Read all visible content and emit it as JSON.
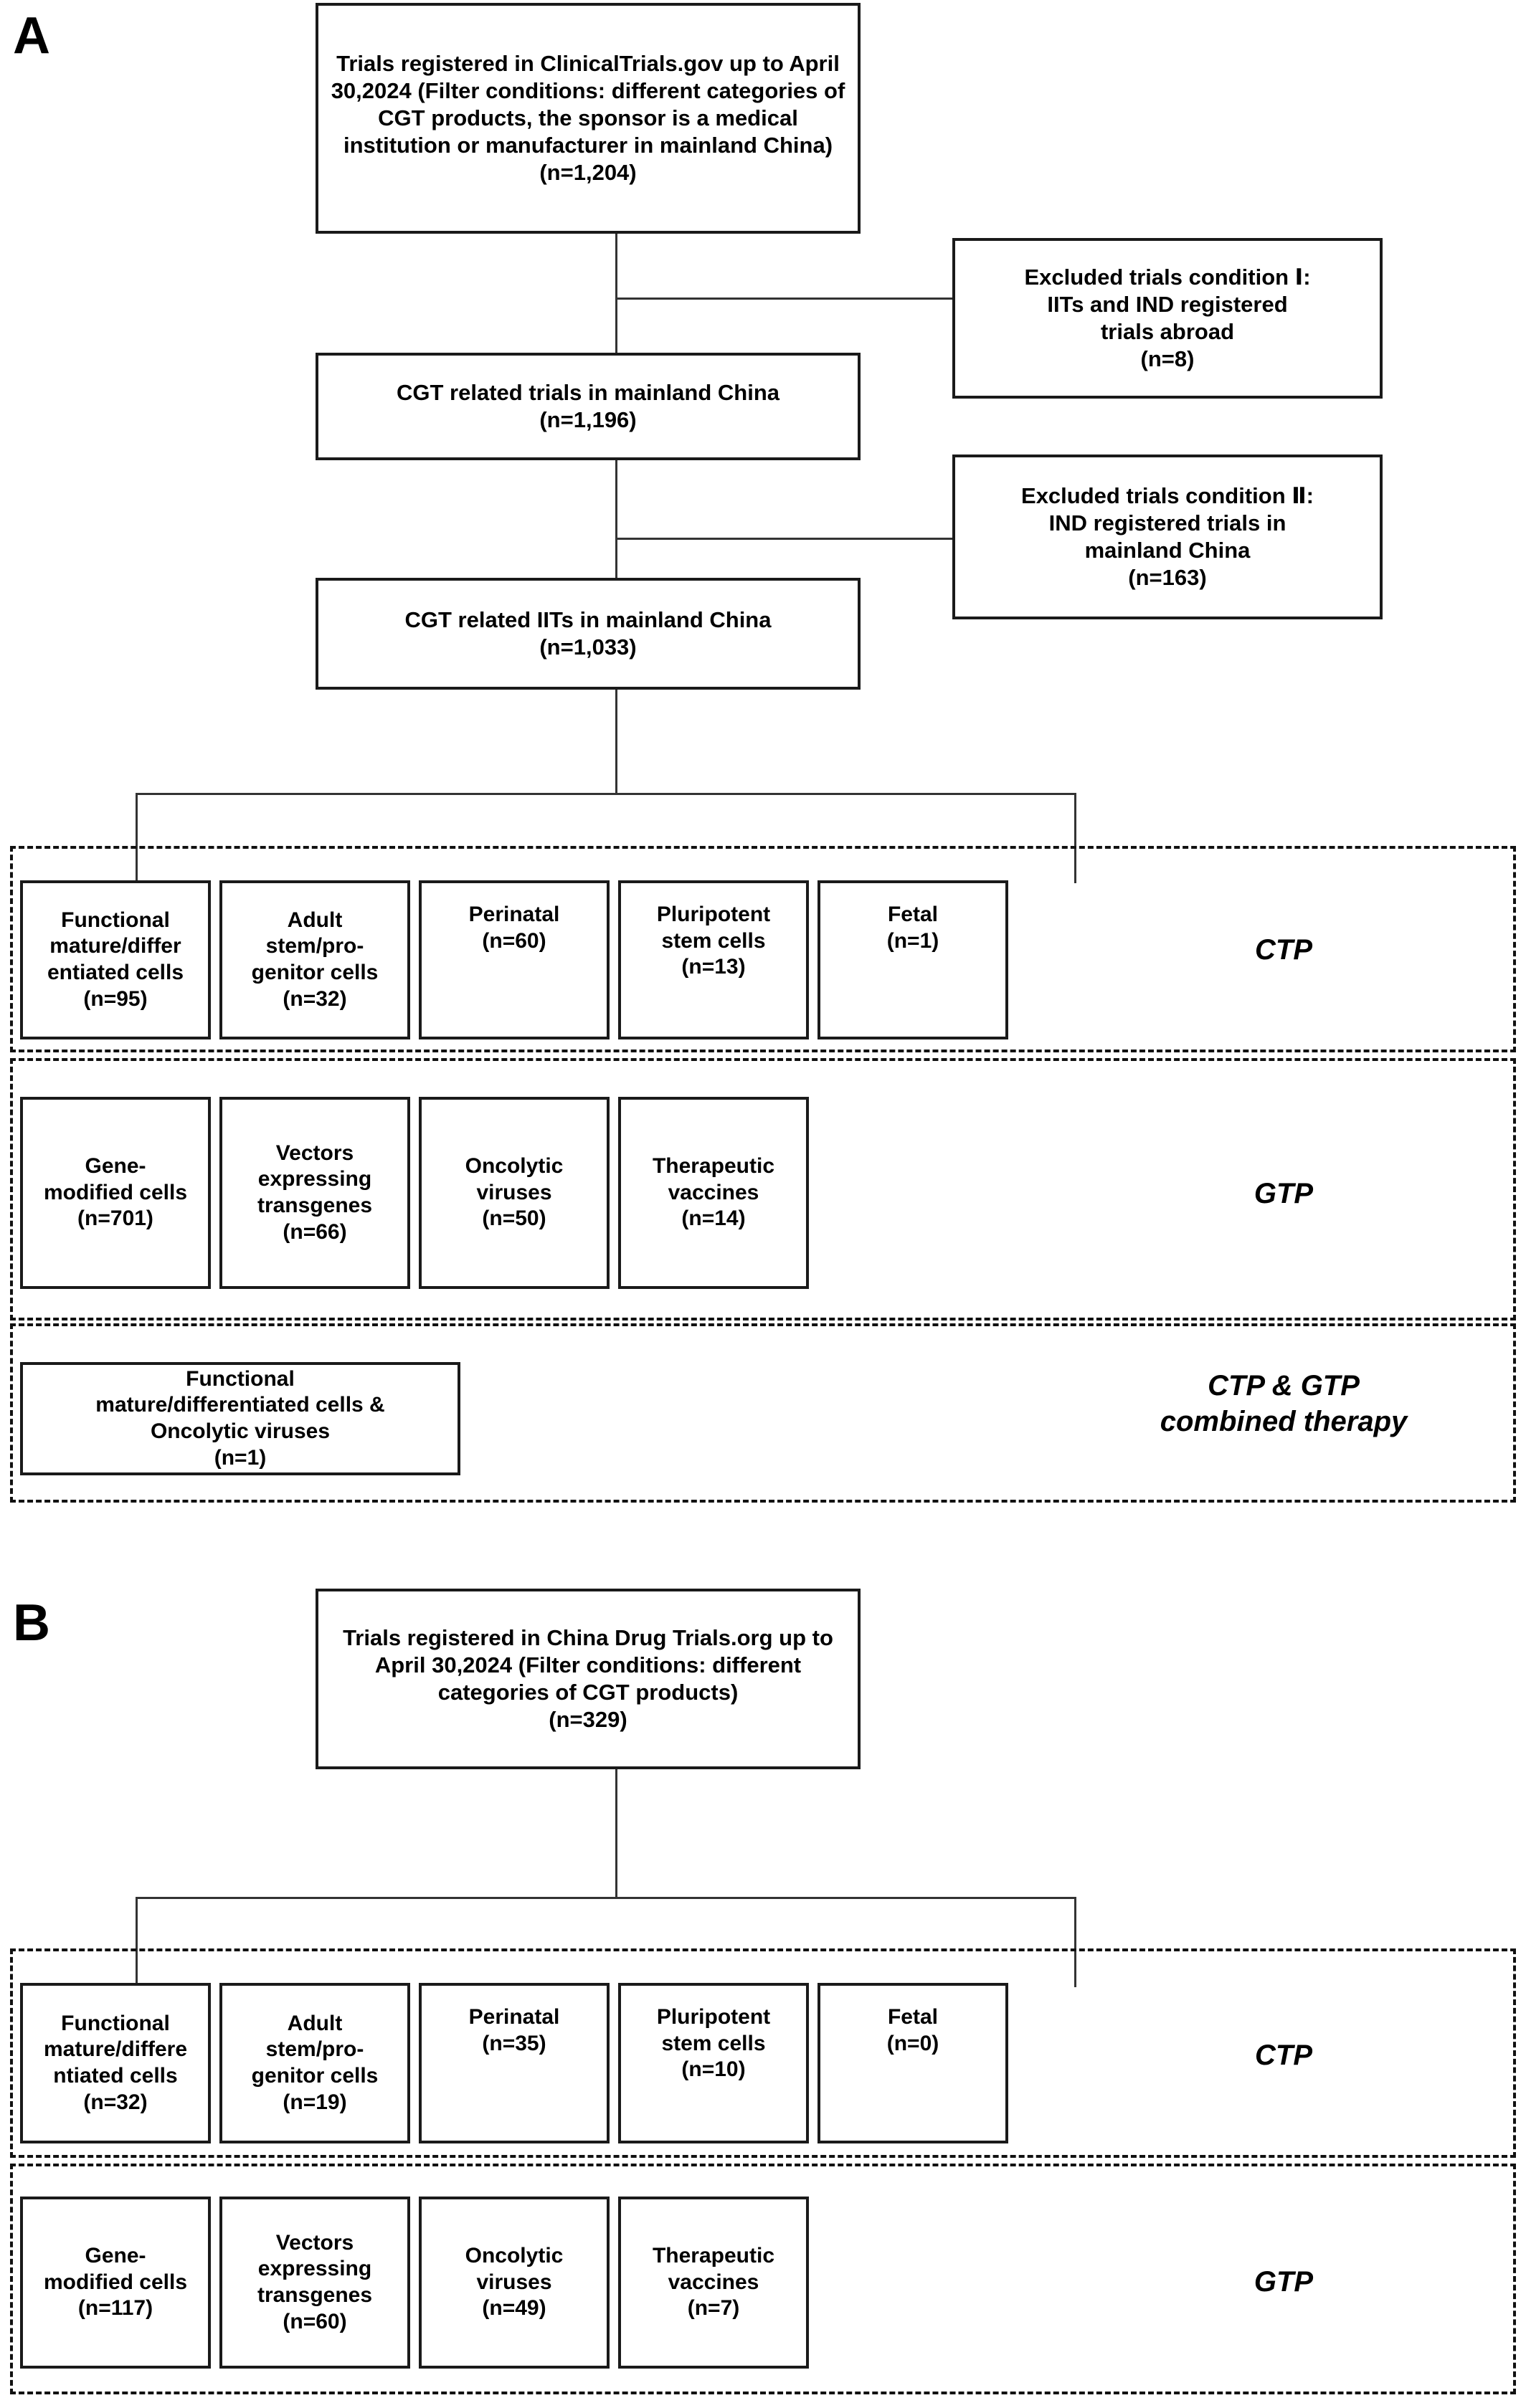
{
  "figure": {
    "type": "flowchart",
    "panels": [
      {
        "letter": "A",
        "source_box": {
          "text": "Trials registered in ClinicalTrials.gov up to April 30,2024 (Filter conditions: different categories of CGT products, the sponsor is a medical institution or manufacturer in mainland China)\n(n=1,204)",
          "n": 1204
        },
        "exclusions": [
          {
            "text": "Excluded trials condition Ⅰ:\nIITs and IND registered\ntrials abroad\n(n=8)",
            "n": 8
          },
          {
            "text": "Excluded trials condition Ⅱ:\nIND registered trials in\nmainland China\n(n=163)",
            "n": 163
          }
        ],
        "intermediate_boxes": [
          {
            "text": "CGT related trials in mainland China\n(n=1,196)",
            "n": 1196
          },
          {
            "text": "CGT related IITs in mainland China\n(n=1,033)",
            "n": 1033
          }
        ],
        "groups": [
          {
            "label": "CTP",
            "items": [
              {
                "text": "Functional\nmature/differ\nentiated cells\n(n=95)",
                "name": "Functional mature/differentiated cells",
                "n": 95
              },
              {
                "text": "Adult\nstem/pro-\ngenitor cells\n(n=32)",
                "name": "Adult stem/progenitor cells",
                "n": 32
              },
              {
                "text": "Perinatal\n(n=60)",
                "name": "Perinatal",
                "n": 60
              },
              {
                "text": "Pluripotent\nstem cells\n(n=13)",
                "name": "Pluripotent stem cells",
                "n": 13
              },
              {
                "text": "Fetal\n(n=1)",
                "name": "Fetal",
                "n": 1
              }
            ]
          },
          {
            "label": "GTP",
            "items": [
              {
                "text": "Gene-\nmodified cells\n(n=701)",
                "name": "Gene-modified cells",
                "n": 701
              },
              {
                "text": "Vectors\nexpressing\ntransgenes\n(n=66)",
                "name": "Vectors expressing transgenes",
                "n": 66
              },
              {
                "text": "Oncolytic\nviruses\n(n=50)",
                "name": "Oncolytic viruses",
                "n": 50
              },
              {
                "text": "Therapeutic\nvaccines\n(n=14)",
                "name": "Therapeutic vaccines",
                "n": 14
              }
            ]
          },
          {
            "label": "CTP & GTP\ncombined therapy",
            "items": [
              {
                "text": "Functional\nmature/differentiated cells &\nOncolytic viruses\n(n=1)",
                "name": "Functional mature/differentiated cells & Oncolytic viruses",
                "n": 1
              }
            ]
          }
        ]
      },
      {
        "letter": "B",
        "source_box": {
          "text": "Trials registered in China Drug Trials.org up to April 30,2024 (Filter conditions: different categories of CGT products)\n(n=329)",
          "n": 329
        },
        "groups": [
          {
            "label": "CTP",
            "items": [
              {
                "text": "Functional\nmature/differe\nntiated cells\n(n=32)",
                "name": "Functional mature/differentiated cells",
                "n": 32
              },
              {
                "text": "Adult\nstem/pro-\ngenitor cells\n(n=19)",
                "name": "Adult stem/progenitor cells",
                "n": 19
              },
              {
                "text": "Perinatal\n(n=35)",
                "name": "Perinatal",
                "n": 35
              },
              {
                "text": "Pluripotent\nstem cells\n(n=10)",
                "name": "Pluripotent stem cells",
                "n": 10
              },
              {
                "text": "Fetal\n(n=0)",
                "name": "Fetal",
                "n": 0
              }
            ]
          },
          {
            "label": "GTP",
            "items": [
              {
                "text": "Gene-\nmodified cells\n(n=117)",
                "name": "Gene-modified cells",
                "n": 117
              },
              {
                "text": "Vectors\nexpressing\ntransgenes\n(n=60)",
                "name": "Vectors expressing transgenes",
                "n": 60
              },
              {
                "text": "Oncolytic\nviruses\n(n=49)",
                "name": "Oncolytic viruses",
                "n": 49
              },
              {
                "text": "Therapeutic\nvaccines\n(n=7)",
                "name": "Therapeutic vaccines",
                "n": 7
              }
            ]
          }
        ]
      }
    ]
  }
}
